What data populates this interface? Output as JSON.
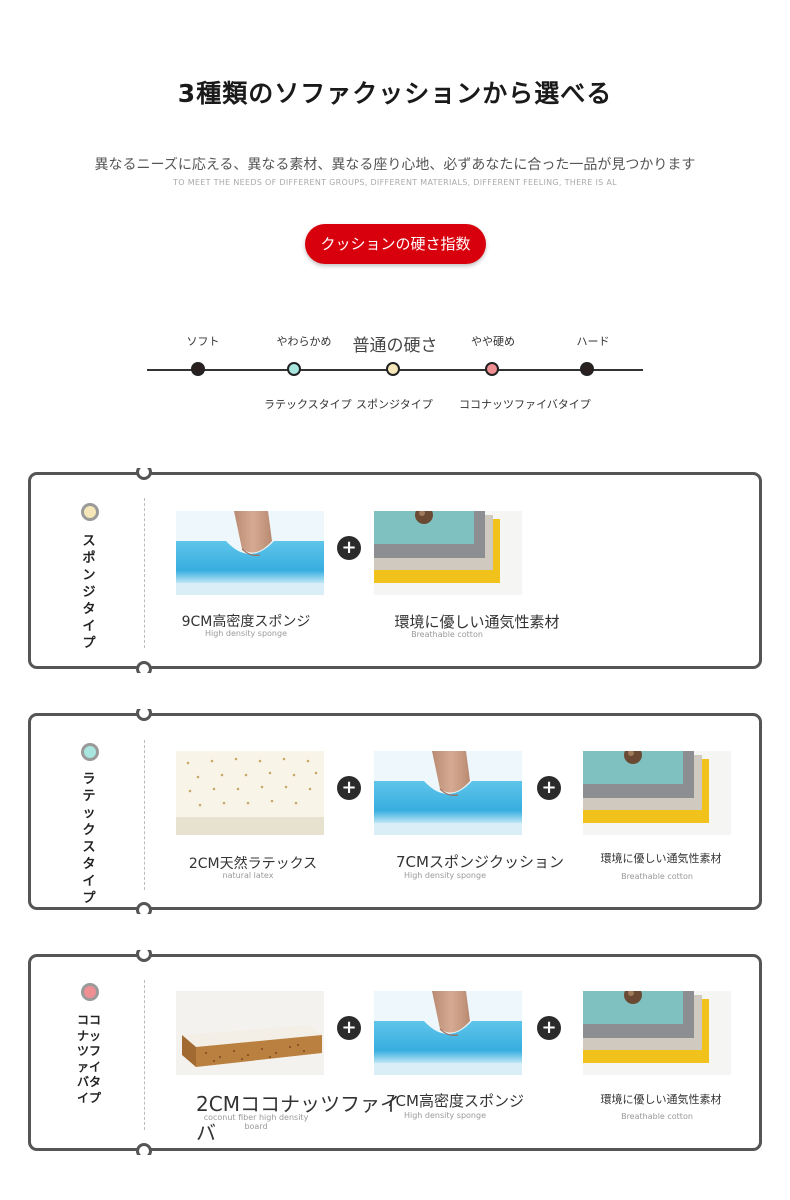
{
  "header": {
    "title": "3種類のソファクッションから選べる",
    "subtitle": "異なるニーズに応える、異なる素材、異なる座り心地、必ずあなたに合った一品が見つかります",
    "subtitle_en": "TO MEET THE NEEDS OF DIFFERENT GROUPS, DIFFERENT MATERIALS, DIFFERENT FEELING, THERE IS AL",
    "badge": "クッションの硬さ指数"
  },
  "scale": {
    "levels": [
      "ソフト",
      "やわらかめ",
      "普通の硬さ",
      "やや硬め",
      "ハード"
    ],
    "types": {
      "latex": "ラテックスタイプ",
      "sponge": "スポンジタイプ",
      "coconut": "ココナッツファイバタイプ"
    },
    "colors": {
      "dark": "#2a2020",
      "latex": "#a8e6df",
      "sponge": "#f6e7b8",
      "coconut": "#f08f93"
    }
  },
  "cards": {
    "sponge": {
      "label": "スポンジタイプ",
      "item1": {
        "title": "9CM高密度スポンジ",
        "sub": "High density sponge"
      },
      "item2": {
        "title": "環境に優しい通気性素材",
        "sub": "Breathable cotton"
      }
    },
    "latex": {
      "label": "ラテックスタイプ",
      "item1": {
        "title": "2CM天然ラテックス",
        "sub": "natural latex"
      },
      "item2": {
        "title": "7CMスポンジクッション",
        "sub": "High density sponge"
      },
      "item3": {
        "title": "環境に優しい通気性素材",
        "sub": "Breathable cotton"
      }
    },
    "coconut": {
      "label": "ココナッツファイバタイプ",
      "item1": {
        "title": "2CMココナッツファイバ",
        "sub": "coconut fiber high density board"
      },
      "item2": {
        "title": "7CM高密度スポンジ",
        "sub": "High density sponge"
      },
      "item3": {
        "title": "環境に優しい通気性素材",
        "sub": "Breathable cotton"
      }
    }
  },
  "plus_symbol": "+",
  "icons": [
    "sponge-hand-image",
    "fabric-stack-image",
    "latex-sheet-image",
    "coconut-board-image",
    "plus-icon"
  ]
}
